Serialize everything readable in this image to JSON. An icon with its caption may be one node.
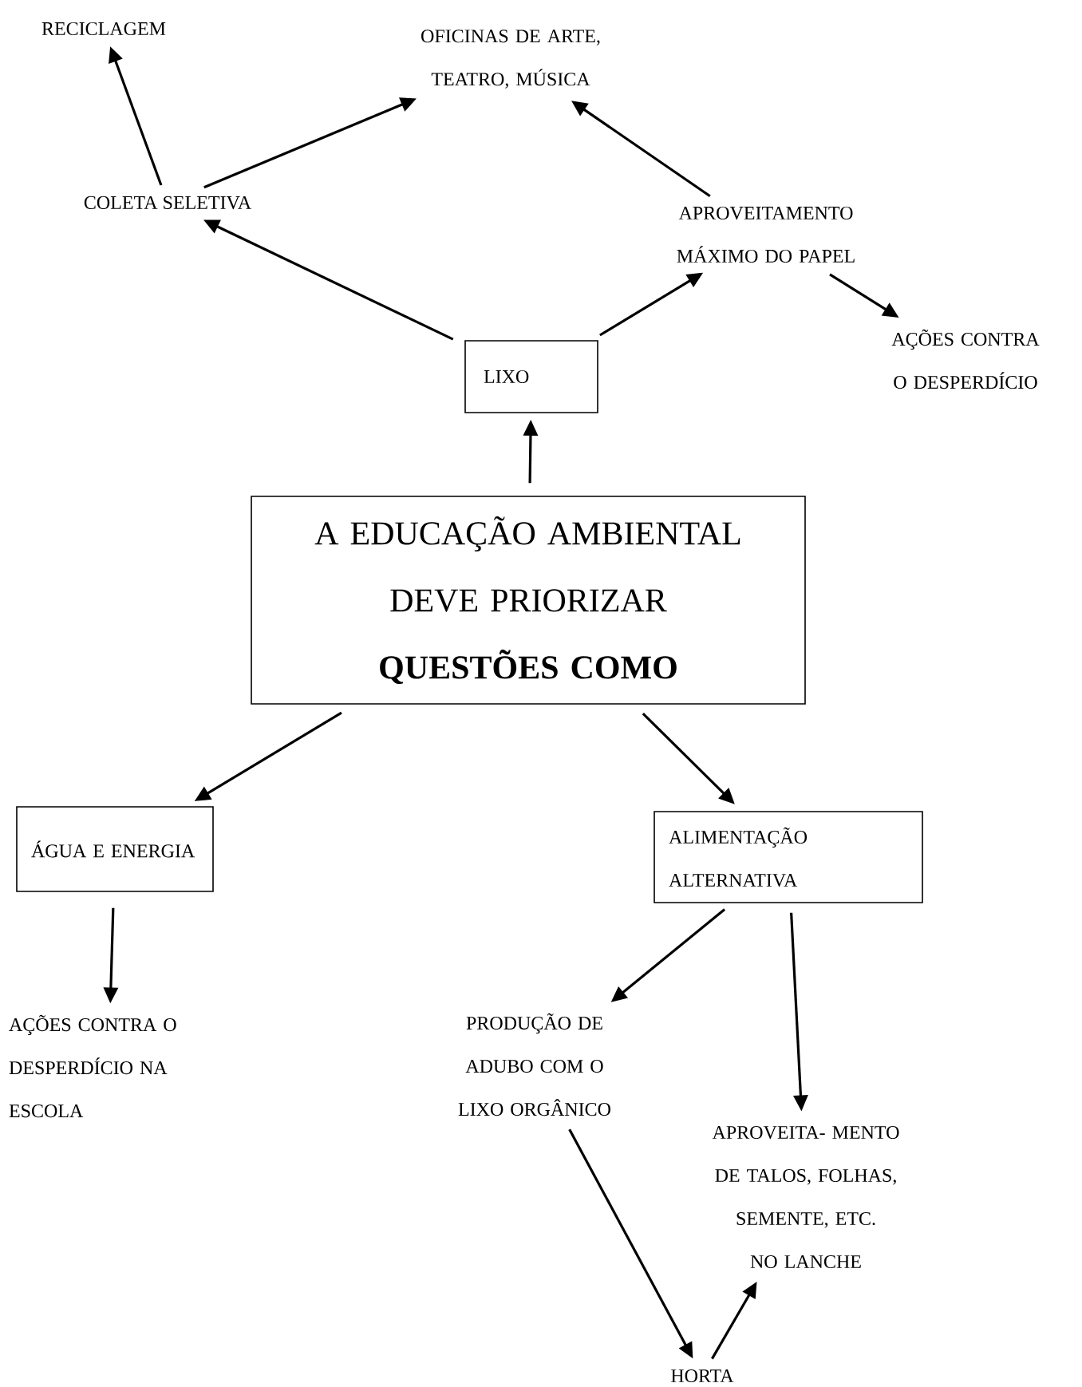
{
  "diagram": {
    "nodes": [
      {
        "text": [
          "RECICLAGEM"
        ]
      },
      {
        "text": [
          "OFICINAS DE ARTE, TEATRO, MÚSICA"
        ]
      },
      {
        "text": [
          "COLETA SELETIVA"
        ]
      },
      {
        "text": [
          "APROVEITAMENTO MÁXIMO DO PAPEL"
        ]
      },
      {
        "text": [
          "AÇÕES CONTRA O DESPERDÍCIO"
        ]
      },
      {
        "text": [
          "LIXO"
        ]
      },
      {
        "text": [
          "A EDUCAÇÃO AMBIENTAL DEVE PRIORIZAR",
          "QUESTÕES COMO"
        ]
      },
      {
        "text": [
          "ÁGUA E ENERGIA"
        ]
      },
      {
        "text": [
          "ALIMENTAÇÃO ALTERNATIVA"
        ]
      },
      {
        "text": [
          "AÇÕES CONTRA O DESPERDÍCIO NA ESCOLA"
        ]
      },
      {
        "text": [
          "PRODUÇÃO DE ADUBO COM O LIXO ORGÂNICO"
        ]
      },
      {
        "text": [
          "APROVEITA- MENTO DE TALOS, FOLHAS, SEMENTE, ETC. NO LANCHE"
        ]
      },
      {
        "text": [
          "HORTA"
        ]
      }
    ],
    "edges": [
      {
        "from": 2,
        "to": 0,
        "arrow": "to"
      },
      {
        "from": 2,
        "to": 1,
        "arrow": "to"
      },
      {
        "from": 3,
        "to": 1,
        "arrow": "to"
      },
      {
        "from": 5,
        "to": 2,
        "arrow": "to"
      },
      {
        "from": 5,
        "to": 3,
        "arrow": "to"
      },
      {
        "from": 3,
        "to": 4,
        "arrow": "to"
      },
      {
        "from": 6,
        "to": 5,
        "arrow": "to"
      },
      {
        "from": 6,
        "to": 7,
        "arrow": "to"
      },
      {
        "from": 6,
        "to": 8,
        "arrow": "to"
      },
      {
        "from": 7,
        "to": 9,
        "arrow": "to"
      },
      {
        "from": 8,
        "to": 10,
        "arrow": "to"
      },
      {
        "from": 8,
        "to": 11,
        "arrow": "to"
      },
      {
        "from": 10,
        "to": 12,
        "arrow": "to"
      },
      {
        "from": 12,
        "to": 11,
        "arrow": "to"
      }
    ]
  }
}
